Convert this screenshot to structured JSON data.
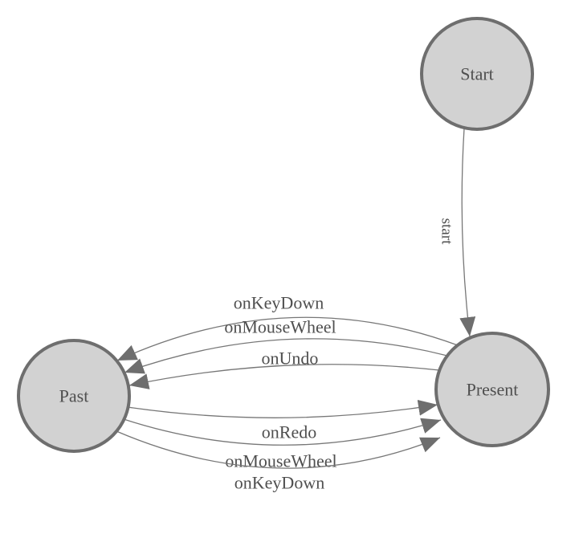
{
  "page": {
    "background": "#ffffff"
  },
  "colors": {
    "node_fill": "#d2d2d2",
    "node_stroke": "#6e6e6e",
    "edge_stroke": "#777777",
    "arrow_fill": "#6e6e6e",
    "text": "#4f4f4f"
  },
  "nodes": [
    {
      "id": "start-state",
      "label": "Start"
    },
    {
      "id": "present-state",
      "label": "Present"
    },
    {
      "id": "past-state",
      "label": "Past"
    }
  ],
  "edges": [
    {
      "from": "Start",
      "to": "Present",
      "label": "start"
    },
    {
      "from": "Present",
      "to": "Past",
      "label": "onKeyDown"
    },
    {
      "from": "Present",
      "to": "Past",
      "label": "onMouseWheel"
    },
    {
      "from": "Present",
      "to": "Past",
      "label": "onUndo"
    },
    {
      "from": "Past",
      "to": "Present",
      "label": "onRedo"
    },
    {
      "from": "Past",
      "to": "Present",
      "label": "onMouseWheel"
    },
    {
      "from": "Past",
      "to": "Present",
      "label": "onKeyDown"
    }
  ]
}
